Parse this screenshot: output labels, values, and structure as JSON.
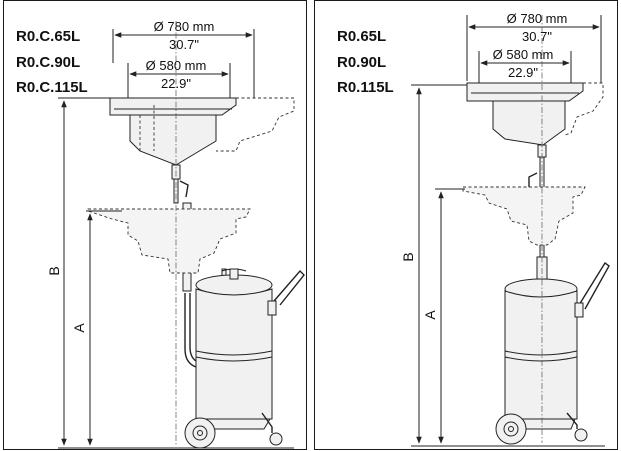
{
  "left_panel": {
    "models": [
      "R0.C.65L",
      "R0.C.90L",
      "R0.C.115L"
    ],
    "outer_diameter_mm": "Ø 780 mm",
    "outer_diameter_in": "30.7\"",
    "inner_diameter_mm": "Ø 580 mm",
    "inner_diameter_in": "22.9\"",
    "dim_b": "B",
    "dim_a": "A"
  },
  "right_panel": {
    "models": [
      "R0.65L",
      "R0.90L",
      "R0.115L"
    ],
    "outer_diameter_mm": "Ø 780 mm",
    "outer_diameter_in": "30.7\"",
    "inner_diameter_mm": "Ø 580 mm",
    "inner_diameter_in": "22.9\"",
    "dim_b": "B",
    "dim_a": "A"
  }
}
